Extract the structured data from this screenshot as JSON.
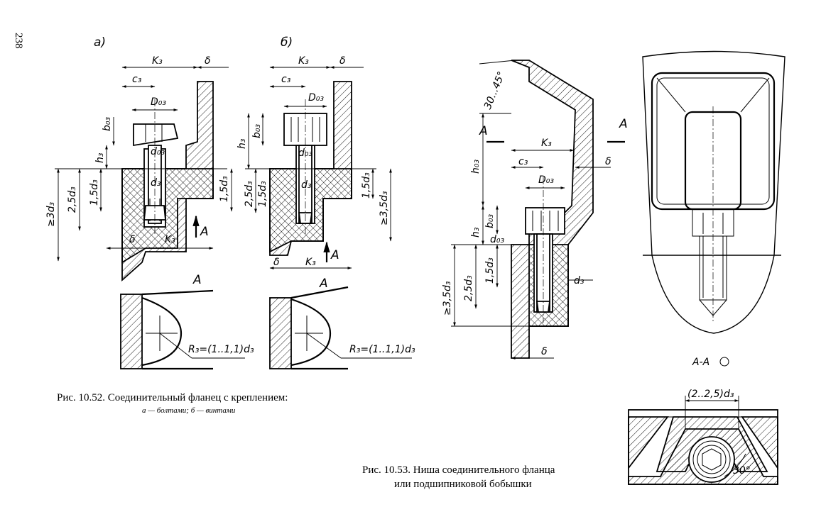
{
  "page_number": "238",
  "fig_52": {
    "caption": "Рис. 10.52. Соединительный фланец с креплением:",
    "subcaption": "а — болтами; б — винтами",
    "view_a_label": "а)",
    "view_b_label": "б)",
    "section_label_a": "A",
    "section_label_b": "A",
    "dims": {
      "K3": "K₃",
      "delta": "δ",
      "c3": "c₃",
      "D03": "D₀₃",
      "b03": "b₀₃",
      "h3": "h₃",
      "d03": "d₀₃",
      "d3": "d₃",
      "d15": "1,5d₃",
      "d25": "2,5d₃",
      "d3min": "≥3d₃",
      "d35min": "≥3,5d₃",
      "arrowA": "A"
    },
    "radius_a": "R₃=(1..1,1)d₃",
    "radius_b": "R₃=(1..1,1)d₃"
  },
  "fig_53": {
    "caption_line1": "Рис. 10.53. Ниша соединительного фланца",
    "caption_line2": "или подшипниковой бобышки",
    "angle": "30...45°",
    "section_mark": "A",
    "section_view": "A-A",
    "width_dim": "(2..2,5)d₃",
    "angle30": "30°",
    "dims": {
      "K3": "K₃",
      "c3": "c₃",
      "delta": "δ",
      "h03": "h₀₃",
      "D03": "D₀₃",
      "b03": "b₀₃",
      "h3": "h₃",
      "d03": "d₀₃",
      "d3": "d₃",
      "d15": "1,5d₃",
      "d25": "2,5d₃",
      "d35min": "≥3,5d₃"
    }
  }
}
